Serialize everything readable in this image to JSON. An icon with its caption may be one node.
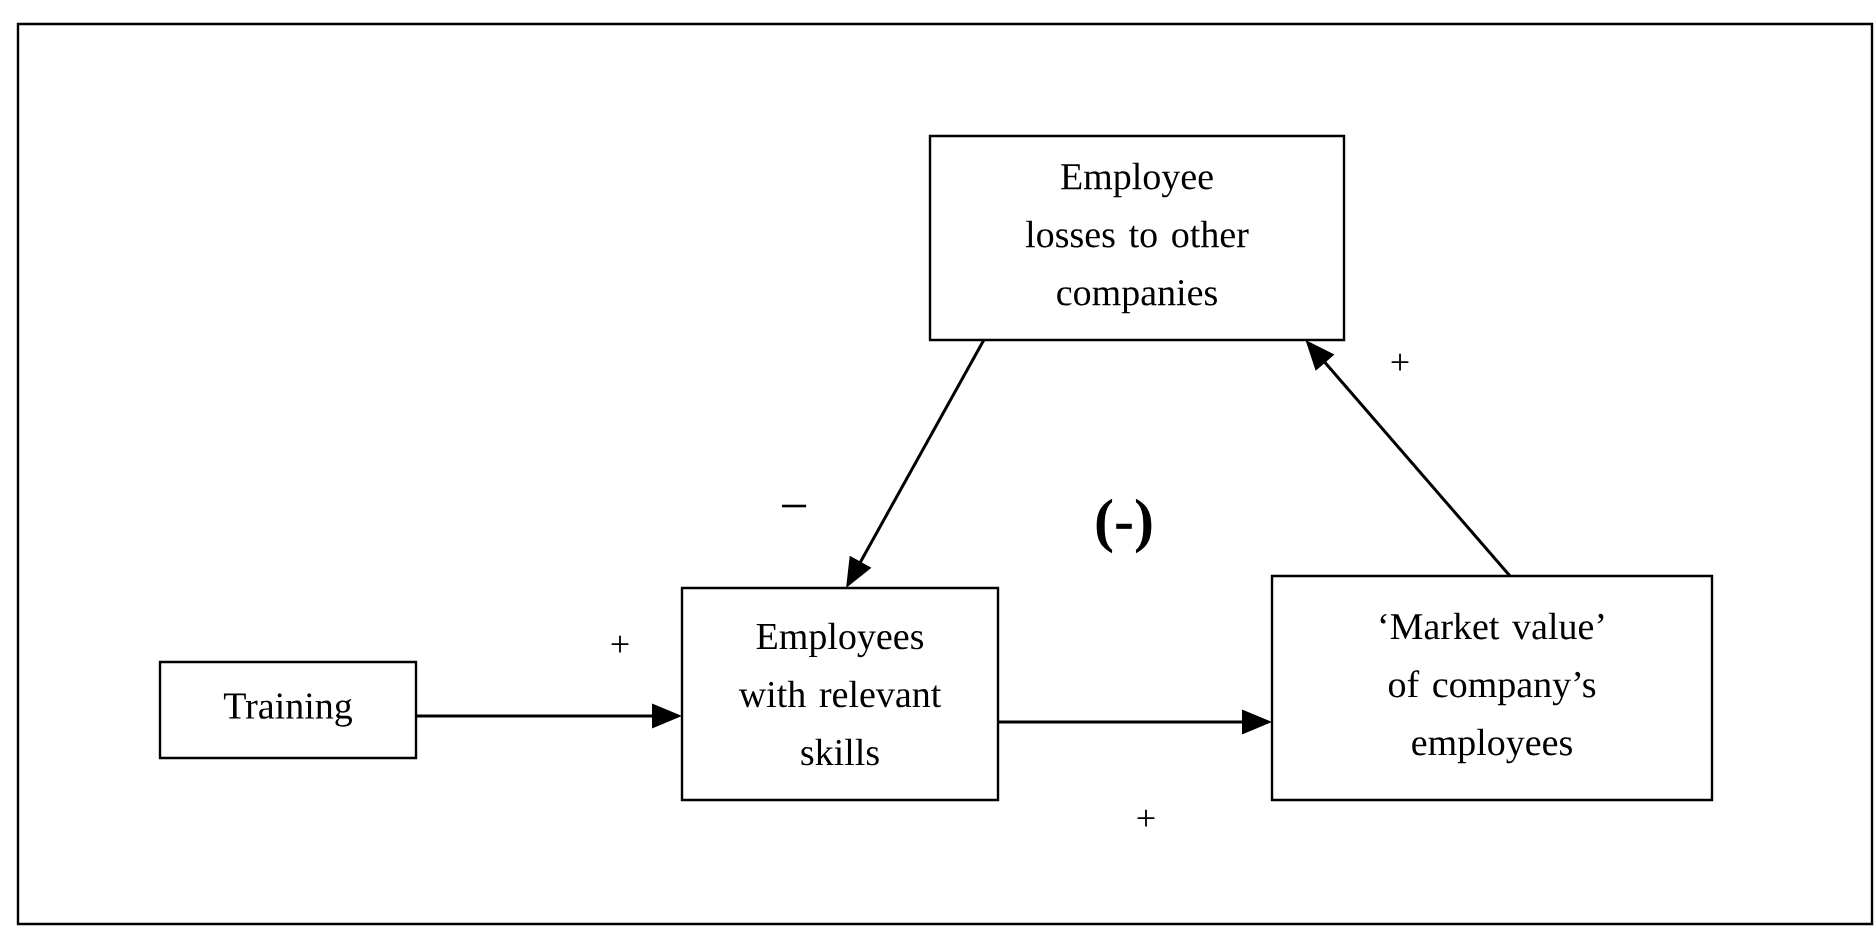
{
  "diagram": {
    "nodes": [
      {
        "text": [
          "Employee losses to other companies"
        ]
      },
      {
        "text": [
          "Training"
        ]
      },
      {
        "text": [
          "Employees with relevant skills"
        ]
      },
      {
        "text": [
          "‘Market value’ of company’s employees"
        ]
      }
    ],
    "edges": [
      {
        "from": 0,
        "to": 2,
        "arrow": "to",
        "label": "−"
      },
      {
        "from": 3,
        "to": 0,
        "arrow": "to",
        "label": "+"
      },
      {
        "from": 1,
        "to": 2,
        "arrow": "to",
        "label": "+"
      },
      {
        "from": 2,
        "to": 3,
        "arrow": "to",
        "label": "+"
      }
    ],
    "labels": [
      "(-)"
    ]
  }
}
